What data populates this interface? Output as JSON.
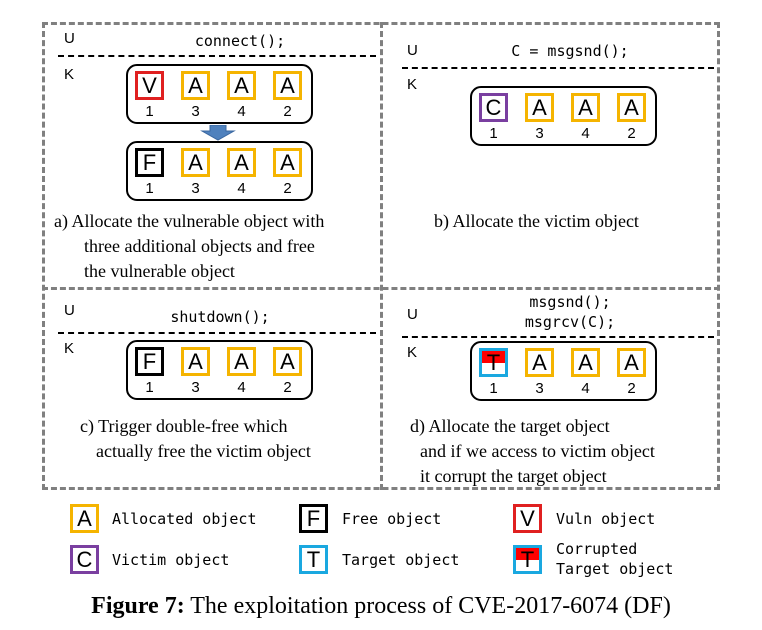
{
  "panels": {
    "a": {
      "u": "U",
      "k": "K",
      "code": "connect();",
      "row_before": {
        "letters": [
          "V",
          "A",
          "A",
          "A"
        ],
        "numbers": [
          "1",
          "3",
          "4",
          "2"
        ]
      },
      "row_after": {
        "letters": [
          "F",
          "A",
          "A",
          "A"
        ],
        "numbers": [
          "1",
          "3",
          "4",
          "2"
        ]
      },
      "caption": [
        "a)  Allocate the vulnerable object with",
        "three additional objects and free",
        "the vulnerable object"
      ]
    },
    "b": {
      "u": "U",
      "k": "K",
      "code": "C = msgsnd();",
      "row": {
        "letters": [
          "C",
          "A",
          "A",
          "A"
        ],
        "numbers": [
          "1",
          "3",
          "4",
          "2"
        ]
      },
      "caption": [
        "b) Allocate the victim object"
      ]
    },
    "c": {
      "u": "U",
      "k": "K",
      "code": "shutdown();",
      "row": {
        "letters": [
          "F",
          "A",
          "A",
          "A"
        ],
        "numbers": [
          "1",
          "3",
          "4",
          "2"
        ]
      },
      "caption": [
        "c) Trigger double-free which",
        "actually free the victim object"
      ]
    },
    "d": {
      "u": "U",
      "k": "K",
      "code": [
        "msgsnd();",
        "msgrcv(C);"
      ],
      "row": {
        "letters": [
          "T",
          "A",
          "A",
          "A"
        ],
        "numbers": [
          "1",
          "3",
          "4",
          "2"
        ]
      },
      "caption": [
        "d) Allocate the target object",
        "and if we access to victim object",
        "it corrupt the target object"
      ]
    }
  },
  "legend": [
    {
      "letter": "A",
      "label": "Allocated object",
      "color": "#f5b400"
    },
    {
      "letter": "F",
      "label": "Free object",
      "color": "#000000"
    },
    {
      "letter": "V",
      "label": "Vuln object",
      "color": "#e02020"
    },
    {
      "letter": "C",
      "label": "Victim object",
      "color": "#7a3fa0"
    },
    {
      "letter": "T",
      "label": "Target object",
      "color": "#1aa8e0"
    },
    {
      "letter": "T",
      "label": [
        "Corrupted",
        "Target object"
      ],
      "color": "#ff0000"
    }
  ],
  "figure_caption": {
    "label": "Figure 7:",
    "text": " The exploitation process of CVE-2017-6074 (DF)"
  }
}
